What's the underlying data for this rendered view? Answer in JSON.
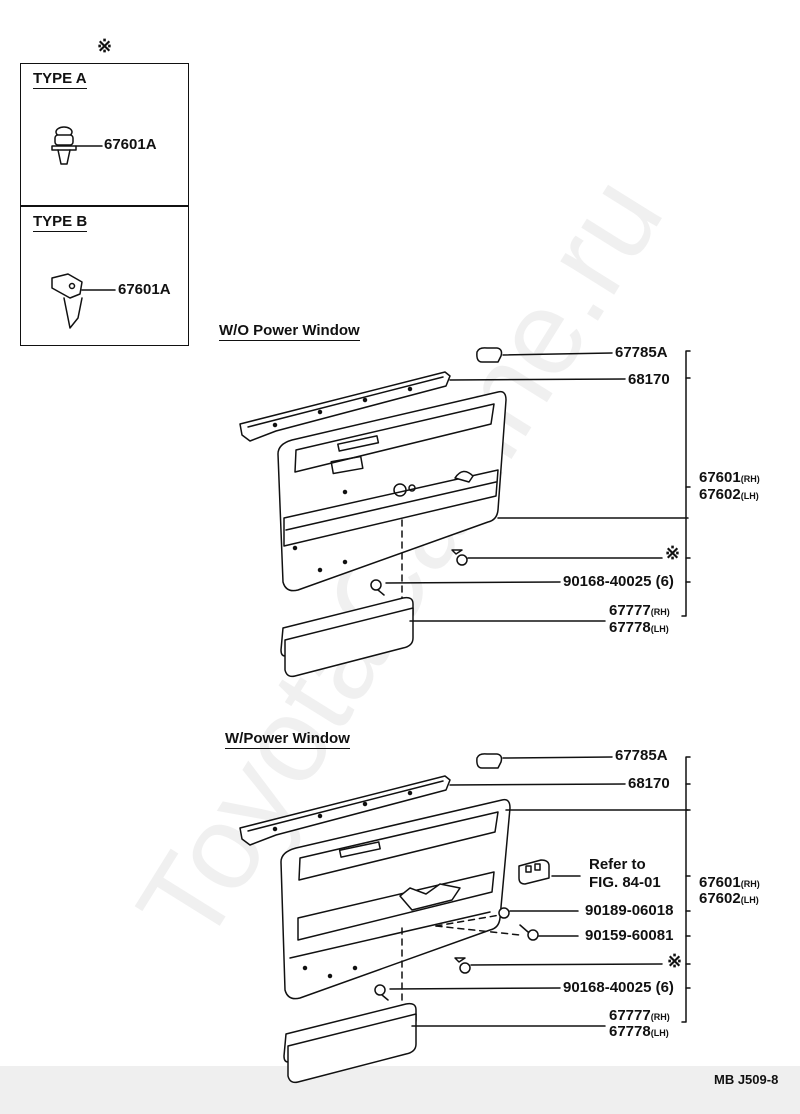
{
  "watermark": "ToyotaCarline.ru",
  "legend": {
    "marker": "※",
    "type_a": {
      "title": "TYPE A",
      "part": "67601A"
    },
    "type_b": {
      "title": "TYPE B",
      "part": "67601A"
    }
  },
  "section_wo": {
    "title": "W/O Power Window",
    "labels": {
      "p67785a": "67785A",
      "p68170": "68170",
      "p67601": "67601",
      "p67602": "67602",
      "rh": "(RH)",
      "lh": "(LH)",
      "marker": "※",
      "p90168": "90168-40025",
      "qty6": "(6)",
      "p67777": "67777",
      "p67778": "67778"
    }
  },
  "section_w": {
    "title": "W/Power Window",
    "labels": {
      "p67785a": "67785A",
      "p68170": "68170",
      "refer1": "Refer to",
      "refer2": "FIG. 84-01",
      "p67601": "67601",
      "p67602": "67602",
      "rh": "(RH)",
      "lh": "(LH)",
      "p90189": "90189-06018",
      "p90159": "90159-60081",
      "marker": "※",
      "p90168": "90168-40025",
      "qty6": "(6)",
      "p67777": "67777",
      "p67778": "67778"
    }
  },
  "footer": {
    "code": "MB J509-8"
  }
}
